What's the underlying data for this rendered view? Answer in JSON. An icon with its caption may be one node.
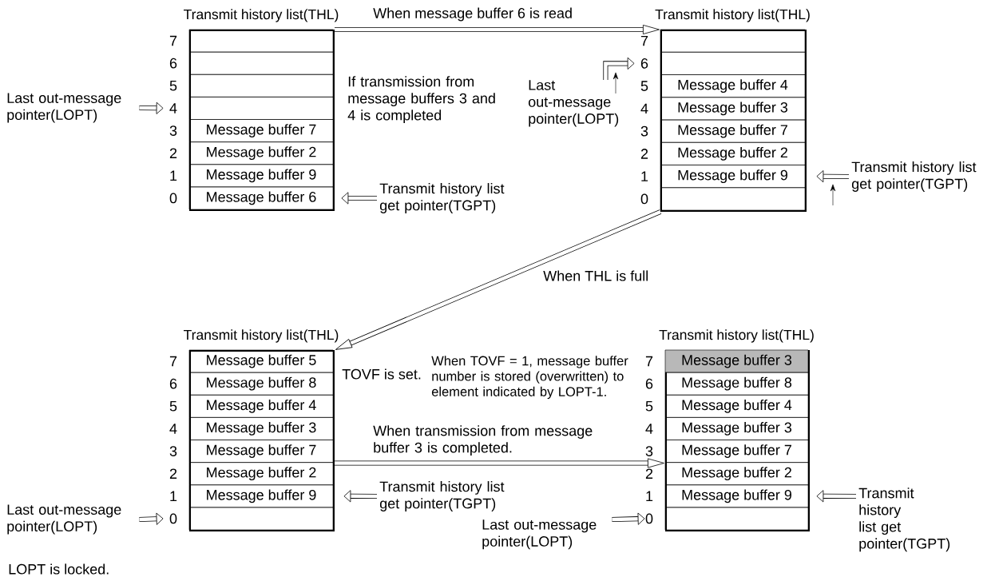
{
  "diagram": {
    "nodes": [
      {
        "text": [
          "Transmit history list(THL)"
        ]
      },
      {
        "text": [],
        "shape": "box",
        "in": 0,
        "beside": [
          "7"
        ]
      },
      {
        "text": [],
        "shape": "box",
        "in": 0,
        "beside": [
          "6"
        ]
      },
      {
        "text": [],
        "shape": "box",
        "in": 0,
        "beside": [
          "5"
        ]
      },
      {
        "text": [],
        "shape": "box",
        "in": 0,
        "beside": [
          "4"
        ]
      },
      {
        "text": [
          "Message buffer 7"
        ],
        "in": 0,
        "beside": [
          "3"
        ]
      },
      {
        "text": [
          "Message buffer 2"
        ],
        "in": 0,
        "beside": [
          "2"
        ]
      },
      {
        "text": [
          "Message buffer 9"
        ],
        "in": 0,
        "beside": [
          "1"
        ]
      },
      {
        "text": [
          "Message buffer 6"
        ],
        "in": 0,
        "beside": [
          "0"
        ]
      },
      {
        "text": [
          "Last out-message pointer(LOPT)"
        ]
      },
      {
        "text": [
          "Transmit history list get pointer(TGPT)"
        ]
      },
      {
        "text": [
          "Transmit history list(THL)"
        ]
      },
      {
        "text": [],
        "shape": "box",
        "in": 11,
        "beside": [
          "7"
        ]
      },
      {
        "text": [],
        "shape": "box",
        "in": 11,
        "beside": [
          "6"
        ]
      },
      {
        "text": [
          "Message buffer 4"
        ],
        "in": 11,
        "beside": [
          "5"
        ]
      },
      {
        "text": [
          "Message buffer 3"
        ],
        "in": 11,
        "beside": [
          "4"
        ]
      },
      {
        "text": [
          "Message buffer 7"
        ],
        "in": 11,
        "beside": [
          "3"
        ]
      },
      {
        "text": [
          "Message buffer 2"
        ],
        "in": 11,
        "beside": [
          "2"
        ]
      },
      {
        "text": [
          "Message buffer 9"
        ],
        "in": 11,
        "beside": [
          "1"
        ]
      },
      {
        "text": [],
        "shape": "box",
        "in": 11,
        "beside": [
          "0"
        ]
      },
      {
        "text": [
          "Last out-message pointer(LOPT)"
        ]
      },
      {
        "text": [
          "Transmit history list get pointer(TGPT)"
        ]
      },
      {
        "text": [
          "Transmit history list(THL)"
        ]
      },
      {
        "text": [
          "Message buffer 5"
        ],
        "in": 22,
        "beside": [
          "7"
        ]
      },
      {
        "text": [
          "Message buffer 8"
        ],
        "in": 22,
        "beside": [
          "6"
        ]
      },
      {
        "text": [
          "Message buffer 4"
        ],
        "in": 22,
        "beside": [
          "5"
        ]
      },
      {
        "text": [
          "Message buffer 3"
        ],
        "in": 22,
        "beside": [
          "4"
        ]
      },
      {
        "text": [
          "Message buffer 7"
        ],
        "in": 22,
        "beside": [
          "3"
        ]
      },
      {
        "text": [
          "Message buffer 2"
        ],
        "in": 22,
        "beside": [
          "2"
        ]
      },
      {
        "text": [
          "Message buffer 9"
        ],
        "in": 22,
        "beside": [
          "1"
        ]
      },
      {
        "text": [],
        "shape": "box",
        "in": 22,
        "beside": [
          "0"
        ]
      },
      {
        "text": [
          "Last out-message pointer(LOPT)"
        ]
      },
      {
        "text": [
          "Transmit history list get pointer(TGPT)"
        ]
      },
      {
        "text": [
          "Transmit history list(THL)"
        ]
      },
      {
        "text": [
          "Message buffer 3"
        ],
        "in": 33,
        "beside": [
          "7"
        ]
      },
      {
        "text": [
          "Message buffer 8"
        ],
        "in": 33,
        "beside": [
          "6"
        ]
      },
      {
        "text": [
          "Message buffer 4"
        ],
        "in": 33,
        "beside": [
          "5"
        ]
      },
      {
        "text": [
          "Message buffer 3"
        ],
        "in": 33,
        "beside": [
          "4"
        ]
      },
      {
        "text": [
          "Message buffer 7"
        ],
        "in": 33,
        "beside": [
          "3"
        ]
      },
      {
        "text": [
          "Message buffer 2"
        ],
        "in": 33,
        "beside": [
          "2"
        ]
      },
      {
        "text": [
          "Message buffer 9"
        ],
        "in": 33,
        "beside": [
          "1"
        ]
      },
      {
        "text": [],
        "shape": "box",
        "in": 33,
        "beside": [
          "0"
        ]
      },
      {
        "text": [
          "Last out-message pointer(LOPT)"
        ]
      },
      {
        "text": [
          "Transmit history list get pointer(TGPT)"
        ]
      }
    ],
    "edges": [
      {
        "from": 9,
        "to": 4,
        "arrow": "to"
      },
      {
        "from": 10,
        "to": 8,
        "arrow": "to"
      },
      {
        "from": 20,
        "to": 13,
        "arrow": "to"
      },
      {
        "from": 21,
        "to": 18,
        "arrow": "to"
      },
      {
        "from": 31,
        "to": 30,
        "arrow": "to"
      },
      {
        "from": 32,
        "to": 29,
        "arrow": "to"
      },
      {
        "from": 42,
        "to": 41,
        "arrow": "to"
      },
      {
        "from": 43,
        "to": 40,
        "arrow": "to"
      },
      {
        "from": 0,
        "to": 11,
        "arrow": "to",
        "label": "When message buffer 6 is read"
      },
      {
        "from": 11,
        "to": 22,
        "arrow": "to",
        "label": "When THL is full"
      },
      {
        "from": 22,
        "to": 33,
        "arrow": "to",
        "label": "When transmission from message buffer 3 is completed."
      }
    ],
    "labels": [
      "If transmission from message buffers 3 and 4 is completed",
      "TOVF is set.",
      "When TOVF = 1, message buffer number is stored (overwritten) to element indicated by LOPT-1.",
      "LOPT is locked."
    ]
  }
}
